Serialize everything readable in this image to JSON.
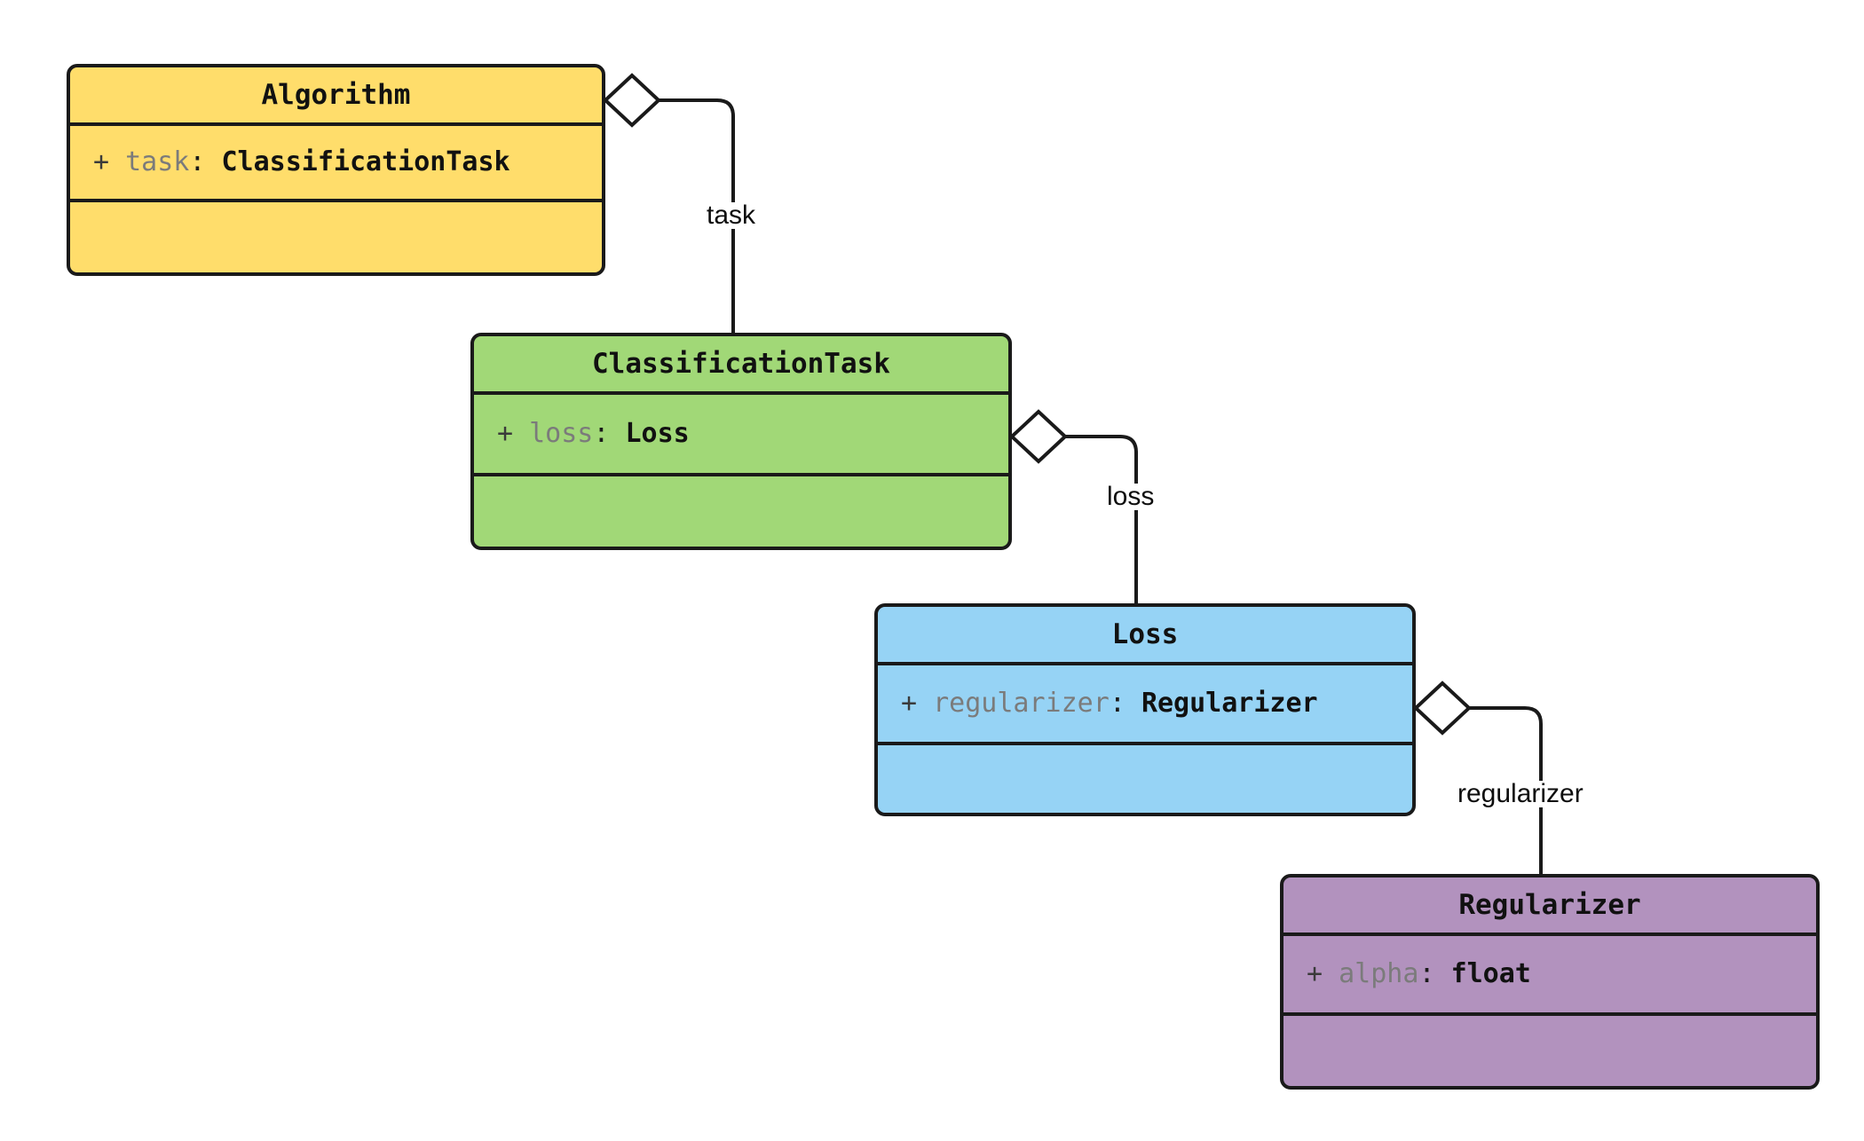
{
  "diagram": {
    "kind": "uml-class-diagram",
    "title": "Algorithm / ClassificationTask / Loss / Regularizer aggregation chain",
    "background": "#ffffff",
    "line_color": "#1a1a1a"
  },
  "classes": [
    {
      "id": "algorithm",
      "name": "Algorithm",
      "fill": "#FFDD6B",
      "attributes": [
        {
          "visibility": "+",
          "name": "task",
          "separator": ":",
          "type": "ClassificationTask"
        }
      ],
      "methods": []
    },
    {
      "id": "classification-task",
      "name": "ClassificationTask",
      "fill": "#A1D877",
      "attributes": [
        {
          "visibility": "+",
          "name": "loss",
          "separator": ":",
          "type": "Loss"
        }
      ],
      "methods": []
    },
    {
      "id": "loss",
      "name": "Loss",
      "fill": "#96D3F5",
      "attributes": [
        {
          "visibility": "+",
          "name": "regularizer",
          "separator": ":",
          "type": "Regularizer"
        }
      ],
      "methods": []
    },
    {
      "id": "regularizer",
      "name": "Regularizer",
      "fill": "#B292BE",
      "attributes": [
        {
          "visibility": "+",
          "name": "alpha",
          "separator": ":",
          "type": "float"
        }
      ],
      "methods": []
    }
  ],
  "relations": [
    {
      "id": "algorithm-task",
      "type": "aggregation",
      "source": "Algorithm",
      "target": "ClassificationTask",
      "label": "task",
      "marker": "hollow-diamond"
    },
    {
      "id": "classificationtask-loss",
      "type": "aggregation",
      "source": "ClassificationTask",
      "target": "Loss",
      "label": "loss",
      "marker": "hollow-diamond"
    },
    {
      "id": "loss-regularizer",
      "type": "aggregation",
      "source": "Loss",
      "target": "Regularizer",
      "label": "regularizer",
      "marker": "hollow-diamond"
    }
  ]
}
